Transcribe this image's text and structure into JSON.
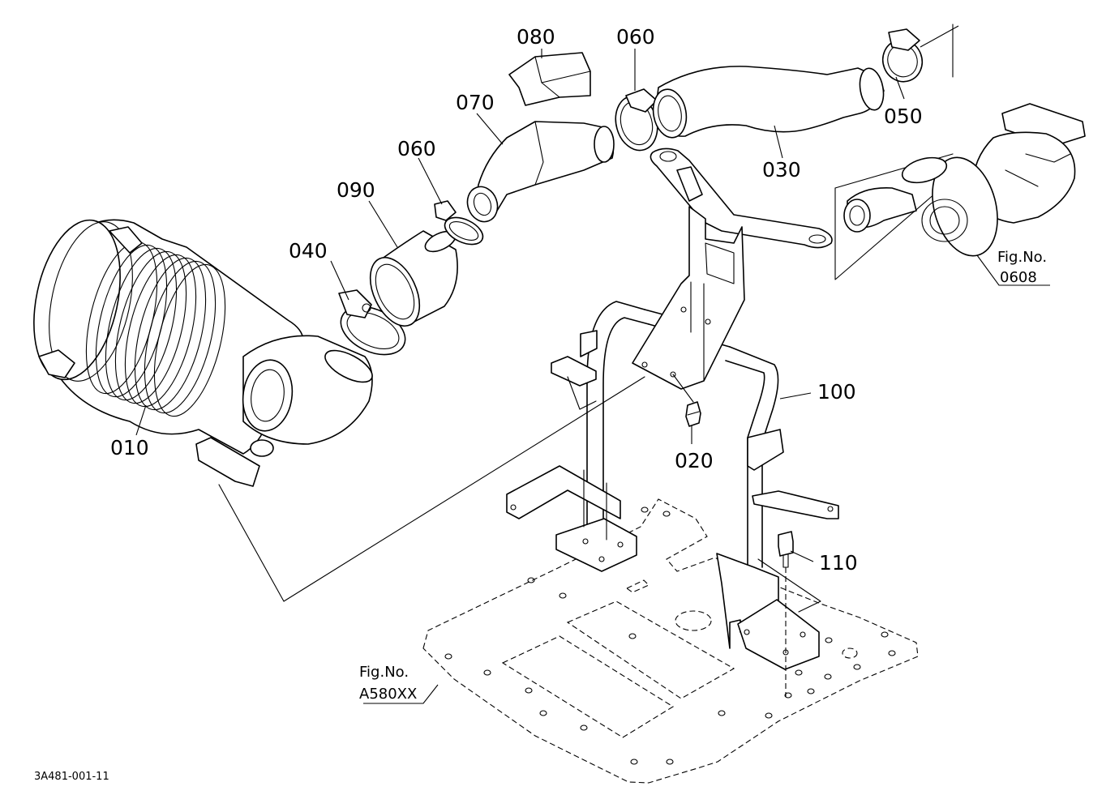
{
  "parts": [
    {
      "id": "p010",
      "label": "010"
    },
    {
      "id": "p020",
      "label": "020"
    },
    {
      "id": "p030",
      "label": "030"
    },
    {
      "id": "p040",
      "label": "040"
    },
    {
      "id": "p050",
      "label": "050"
    },
    {
      "id": "p060a",
      "label": "060"
    },
    {
      "id": "p060b",
      "label": "060"
    },
    {
      "id": "p070",
      "label": "070"
    },
    {
      "id": "p080",
      "label": "080"
    },
    {
      "id": "p090",
      "label": "090"
    },
    {
      "id": "p100",
      "label": "100"
    },
    {
      "id": "p110",
      "label": "110"
    }
  ],
  "references": {
    "turbo": {
      "line1": "Fig.No.",
      "line2": "0608"
    },
    "floor": {
      "line1": "Fig.No.",
      "line2": "A580XX"
    }
  },
  "drawing_code": "3A481-001-11"
}
